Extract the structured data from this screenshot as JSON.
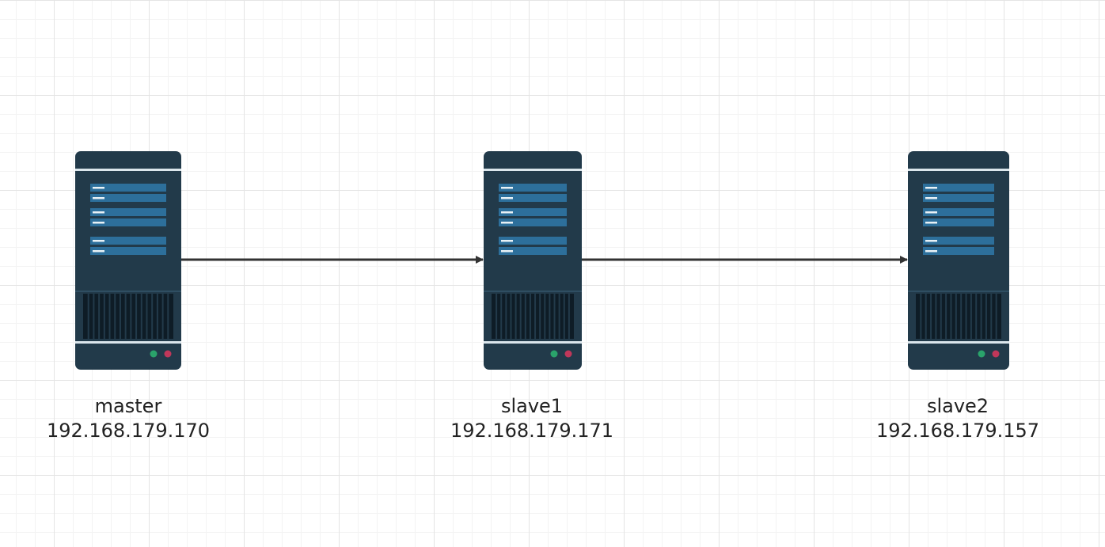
{
  "colors": {
    "server_body": "#223a4a",
    "server_divider": "#dbe6ec",
    "drive_bar": "#2d6f9b",
    "drive_light": "#e8f1f6",
    "vent_background": "#0e1c26",
    "vent_slat": "#223a4a",
    "led_green": "#2aa36b",
    "led_red": "#c0375a",
    "connector": "#333333"
  },
  "nodes": [
    {
      "id": "master",
      "name": "master",
      "ip": "192.168.179.170",
      "icon": "server-icon"
    },
    {
      "id": "slave1",
      "name": "slave1",
      "ip": "192.168.179.171",
      "icon": "server-icon"
    },
    {
      "id": "slave2",
      "name": "slave2",
      "ip": "192.168.179.157",
      "icon": "server-icon"
    }
  ],
  "edges": [
    {
      "from": "master",
      "to": "slave1",
      "directed": true
    },
    {
      "from": "slave1",
      "to": "slave2",
      "directed": true
    }
  ]
}
